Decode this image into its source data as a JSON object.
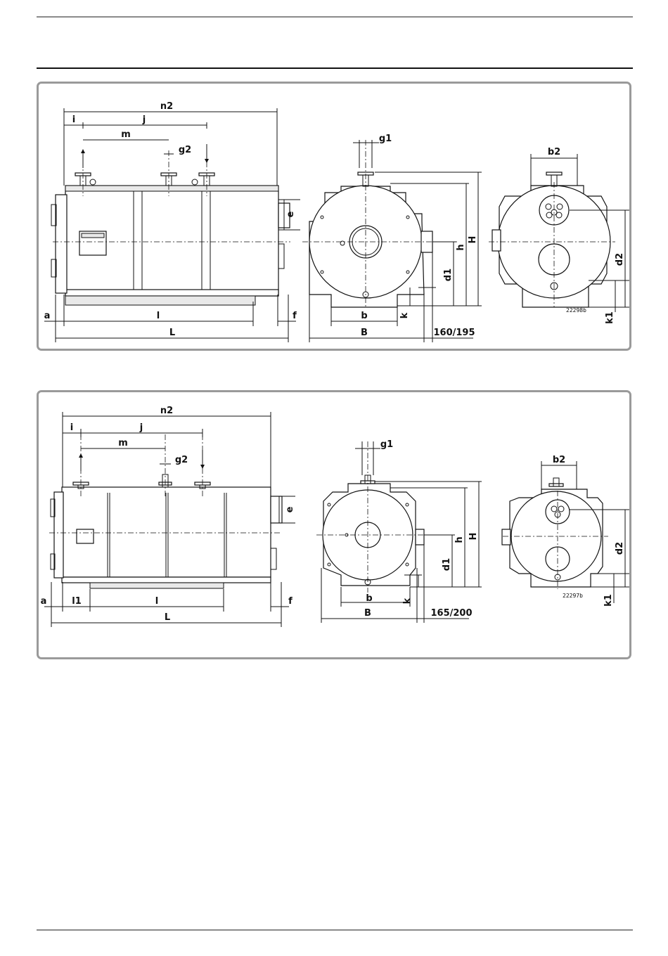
{
  "diagram_1": {
    "labels": {
      "n2": "n2",
      "i": "i",
      "j": "j",
      "m": "m",
      "g2": "g2",
      "g1": "g1",
      "b2": "b2",
      "e": "e",
      "h": "h",
      "H": "H",
      "d1": "d1",
      "d2": "d2",
      "k": "k",
      "k1": "k1",
      "a": "a",
      "l": "l",
      "f": "f",
      "L": "L",
      "b": "b",
      "B": "B",
      "burner_offset": "160/195",
      "drawing_number": "22298b"
    }
  },
  "diagram_2": {
    "labels": {
      "n2": "n2",
      "i": "i",
      "j": "j",
      "m": "m",
      "g2": "g2",
      "g1": "g1",
      "b2": "b2",
      "e": "e",
      "h": "h",
      "H": "H",
      "d1": "d1",
      "d2": "d2",
      "k": "k",
      "k1": "k1",
      "a": "a",
      "l1": "l1",
      "l": "l",
      "f": "f",
      "L": "L",
      "b": "b",
      "B": "B",
      "burner_offset": "165/200",
      "drawing_number": "22297b"
    }
  }
}
